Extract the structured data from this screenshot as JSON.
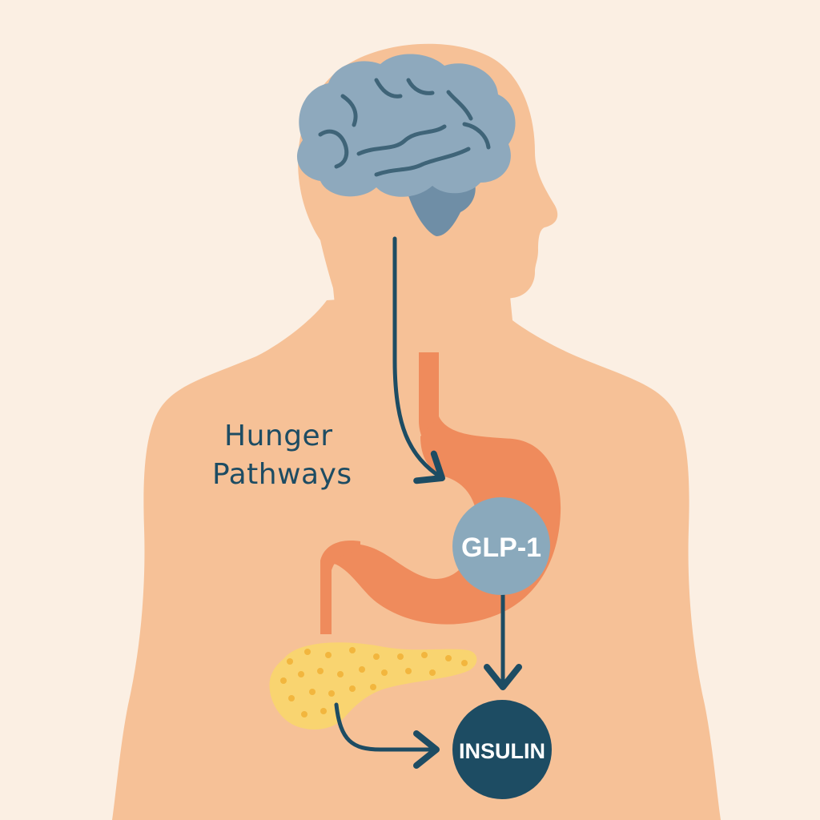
{
  "title": {
    "line1": "Hunger",
    "line2": "Pathways"
  },
  "nodes": {
    "glp1": "GLP-1",
    "insulin": "INSULIN"
  },
  "colors": {
    "background": "#fbefe3",
    "body": "#f6c197",
    "brain": "#8ea9bd",
    "brain_dark": "#6f8ea6",
    "brain_lines": "#3f6478",
    "stomach": "#ef8b5c",
    "pancreas": "#f9d470",
    "pancreas_dots": "#f2b63e",
    "glp1_circle": "#8aa9bc",
    "insulin_circle": "#1d4c63",
    "arrows": "#1d4c63",
    "text": "#1d4c63"
  }
}
